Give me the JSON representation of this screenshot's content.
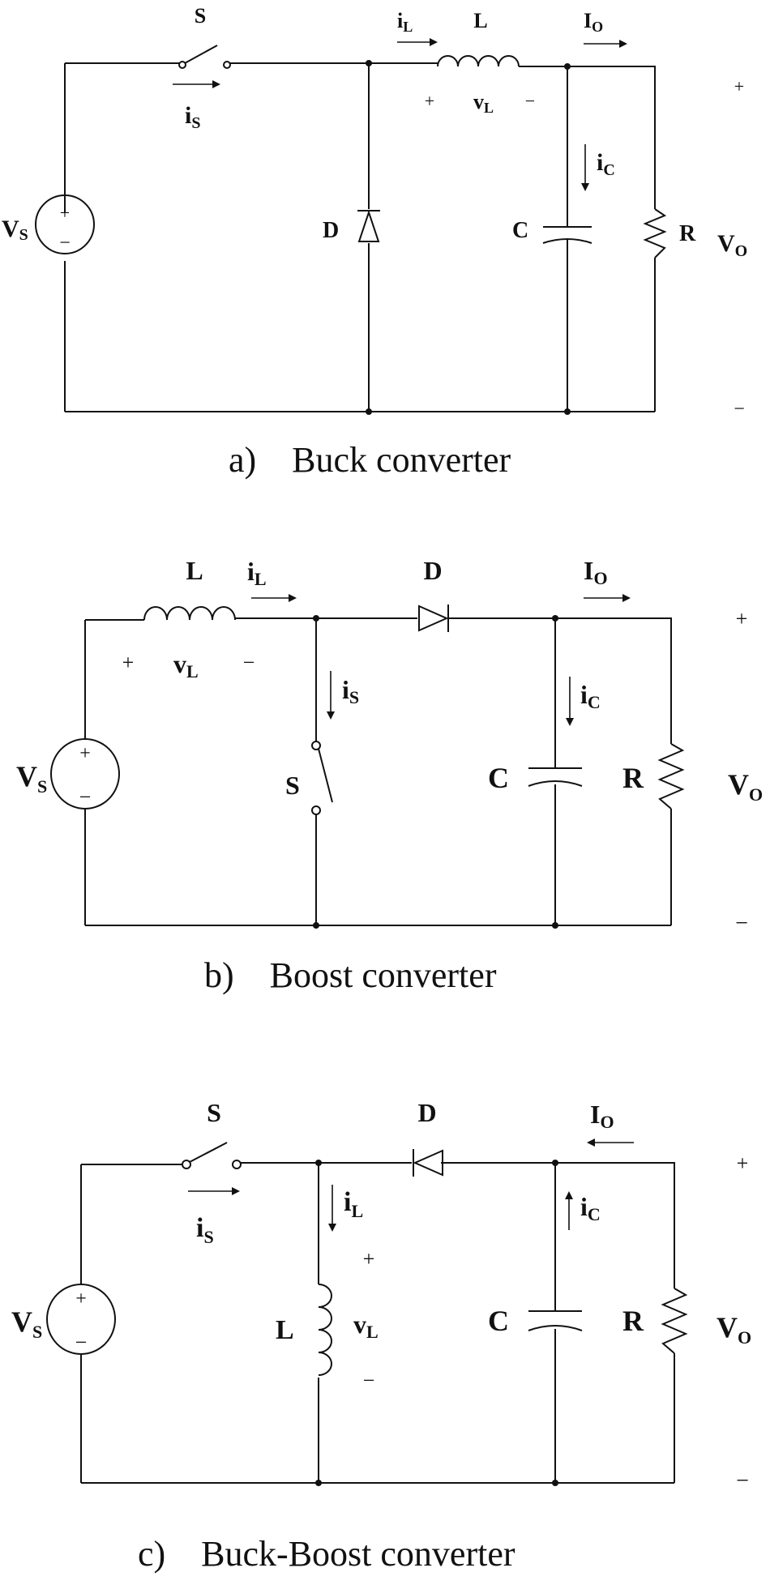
{
  "buck": {
    "caption": "a)    Buck converter",
    "switch": "S",
    "inductor": "L",
    "diode": "D",
    "capacitor": "C",
    "resistor": "R",
    "source": "V",
    "source_sub": "S",
    "i_s": "i",
    "i_s_sub": "S",
    "i_l": "i",
    "i_l_sub": "L",
    "v_l": "v",
    "v_l_sub": "L",
    "i_c": "i",
    "i_c_sub": "C",
    "i_o": "I",
    "i_o_sub": "O",
    "v_o": "V",
    "v_o_sub": "O",
    "plus": "+",
    "minus": "−"
  },
  "boost": {
    "caption": "b)    Boost converter",
    "switch": "S",
    "inductor": "L",
    "diode": "D",
    "capacitor": "C",
    "resistor": "R",
    "source": "V",
    "source_sub": "S",
    "i_s": "i",
    "i_s_sub": "S",
    "i_l": "i",
    "i_l_sub": "L",
    "v_l": "v",
    "v_l_sub": "L",
    "i_c": "i",
    "i_c_sub": "C",
    "i_o": "I",
    "i_o_sub": "O",
    "v_o": "V",
    "v_o_sub": "O",
    "plus": "+",
    "minus": "−"
  },
  "buckboost": {
    "caption": "c)    Buck-Boost converter",
    "switch": "S",
    "inductor": "L",
    "diode": "D",
    "capacitor": "C",
    "resistor": "R",
    "source": "V",
    "source_sub": "S",
    "i_s": "i",
    "i_s_sub": "S",
    "i_l": "i",
    "i_l_sub": "L",
    "v_l": "v",
    "v_l_sub": "L",
    "i_c": "i",
    "i_c_sub": "C",
    "i_o": "I",
    "i_o_sub": "O",
    "v_o": "V",
    "v_o_sub": "O",
    "plus": "+",
    "minus": "−"
  }
}
